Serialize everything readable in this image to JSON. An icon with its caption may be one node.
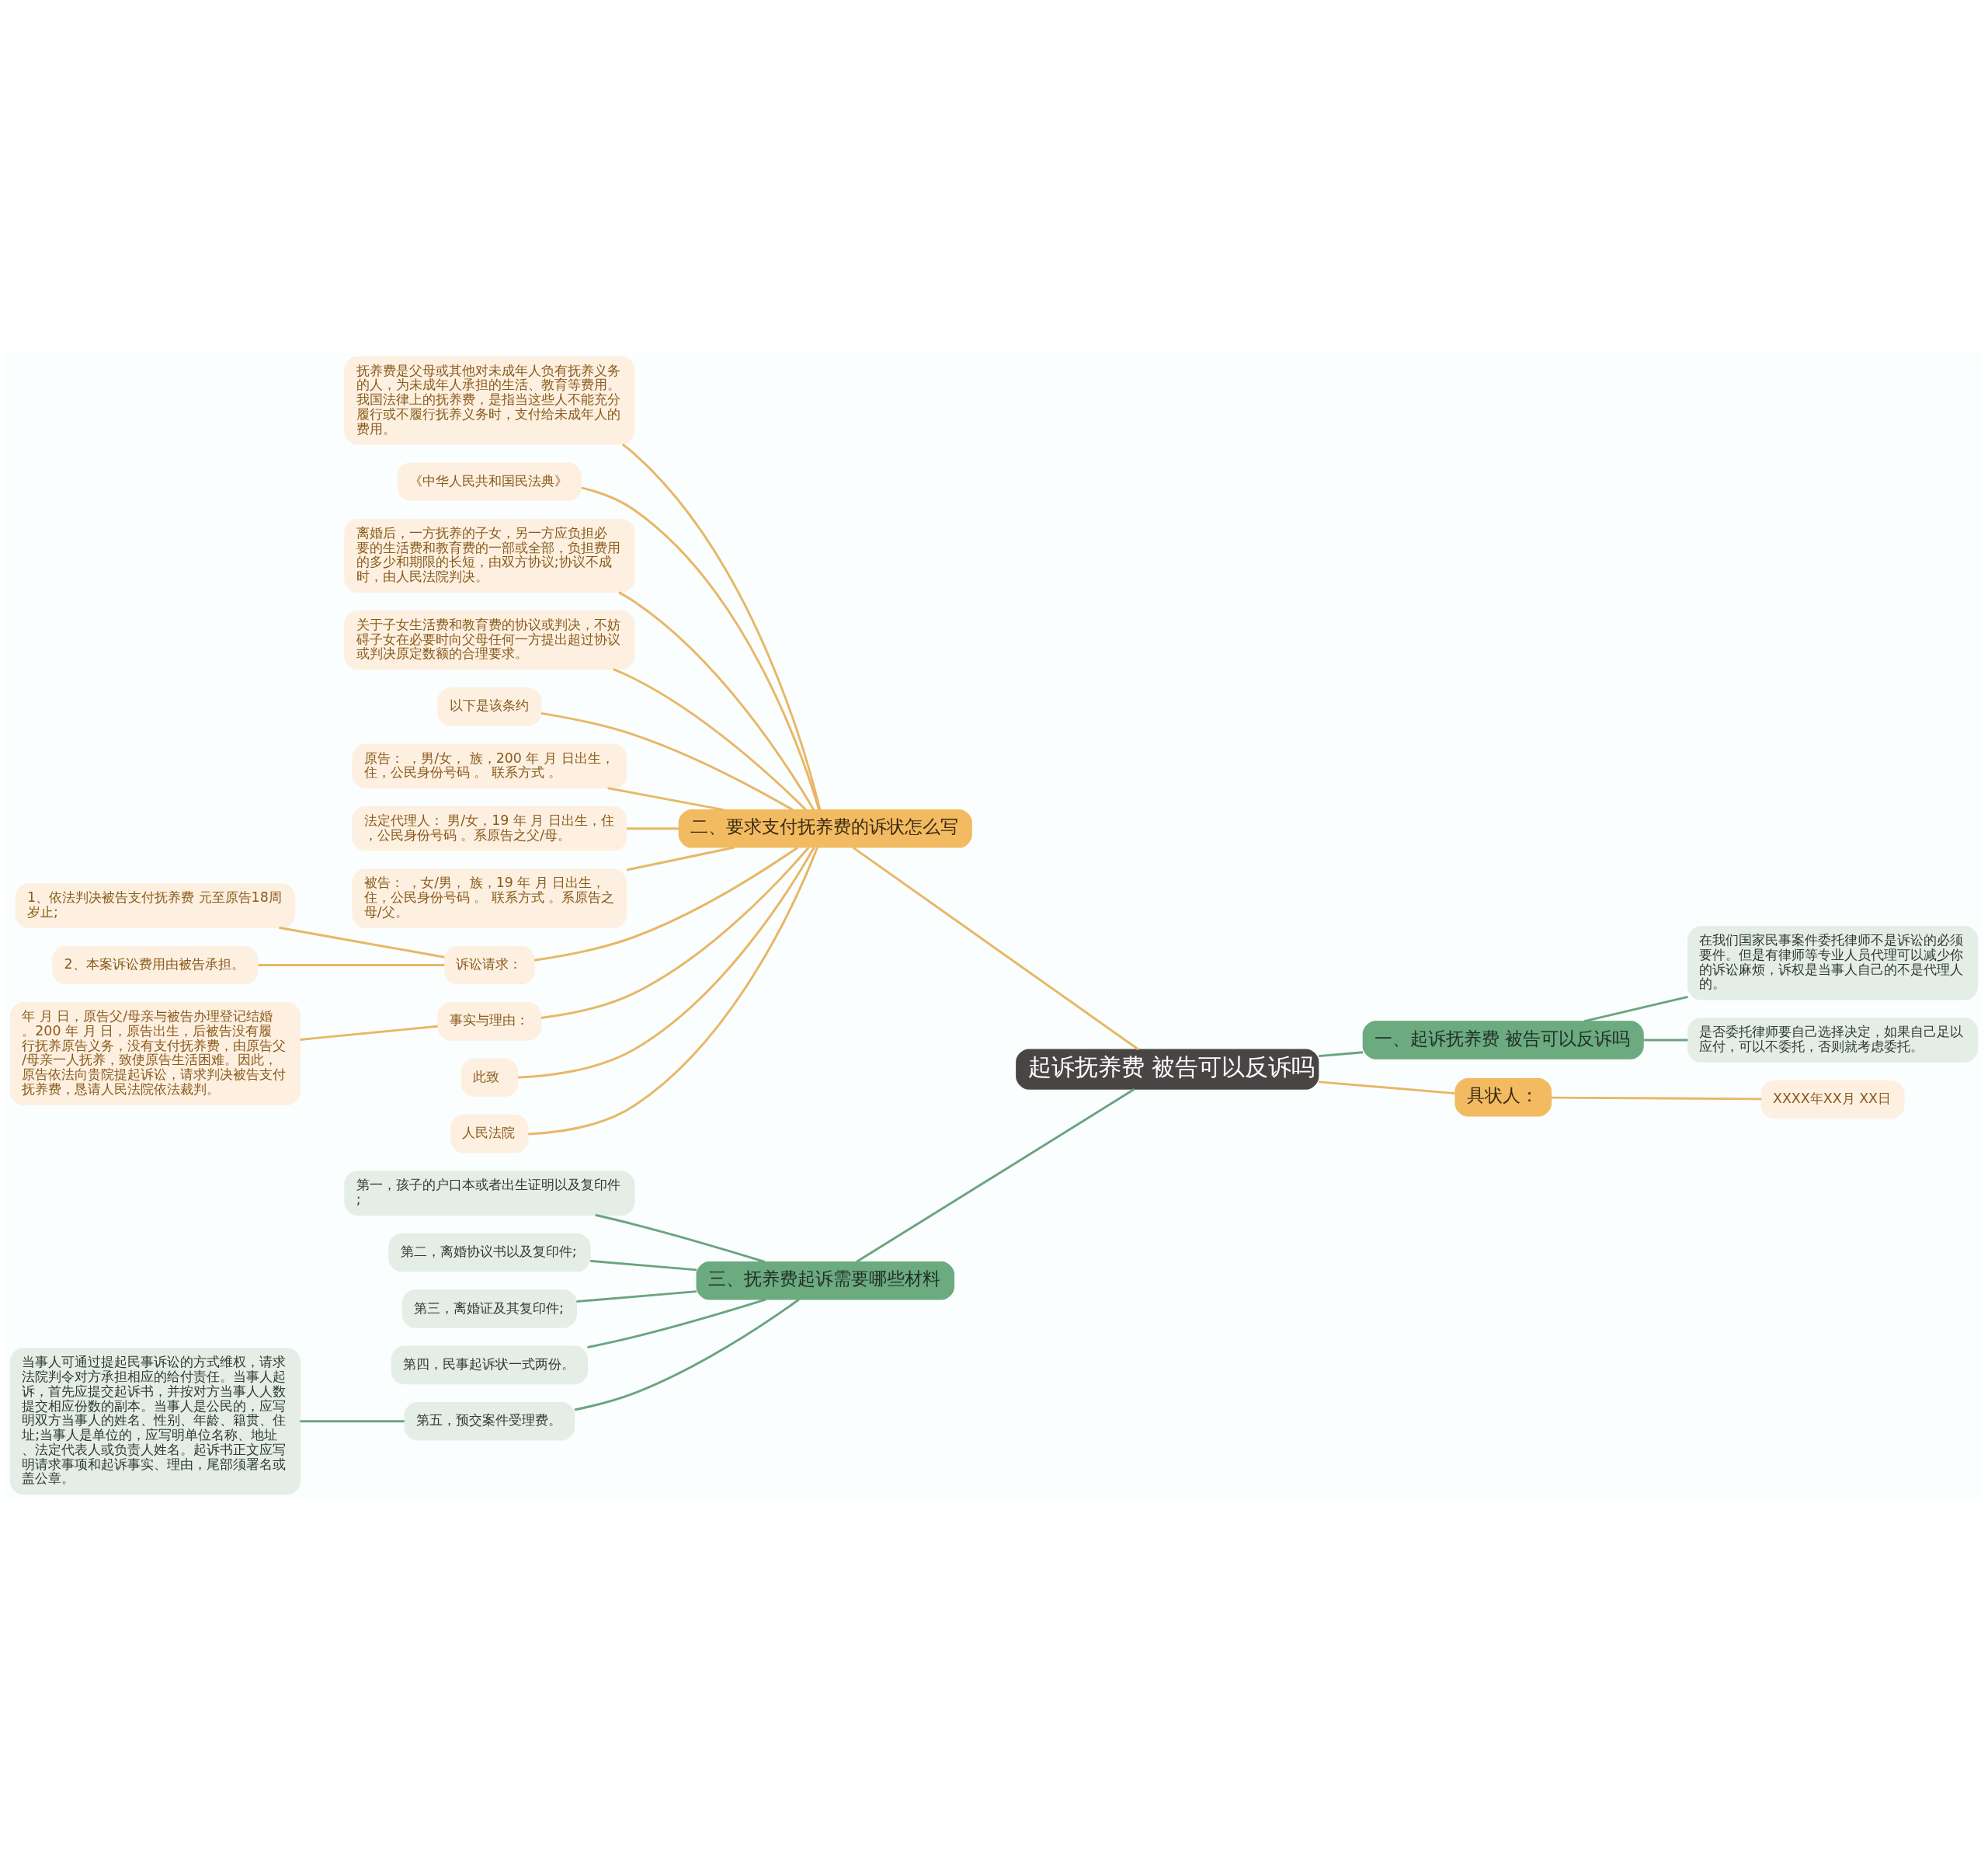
{
  "diagram": {
    "nodes": [
      {
        "text": [
          "起诉抚养费 被告可以反诉吗"
        ]
      },
      {
        "text": [
          "二、要求支付抚养费的诉状怎么写"
        ]
      },
      {
        "text": [
          "抚养费是父母或其他对未成年人负有抚养义务的人，为未成年人承担的生活、教育等费用。我国法律上的抚养费，是指当这些人不能充分履行或不履行抚养义务时，支付给未成年人的费用。"
        ]
      },
      {
        "text": [
          "《中华人民共和国民法典》"
        ]
      },
      {
        "text": [
          " 离婚后，一方抚养的子女，另一方应负担必要的生活费和教育费的一部或全部，负担费用的多少和期限的长短，由双方协议;协议不成时，由人民法院判决。"
        ]
      },
      {
        "text": [
          "关于子女生活费和教育费的协议或判决，不妨碍子女在必要时向父母任何一方提出超过协议或判决原定数额的合理要求。"
        ]
      },
      {
        "text": [
          "以下是该条约"
        ]
      },
      {
        "text": [
          "原告： ，男/女， 族，200 年 月 日出生，住，公民身份号码 。 联系方式 。"
        ]
      },
      {
        "text": [
          "法定代理人： 男/女，19 年 月 日出生，住，公民身份号码 。系原告之父/母。"
        ]
      },
      {
        "text": [
          "被告： ，女/男， 族，19 年 月 日出生，住，公民身份号码 。 联系方式 。系原告之母/父。"
        ]
      },
      {
        "text": [
          "诉讼请求："
        ]
      },
      {
        "text": [
          "1、依法判决被告支付抚养费 元至原告18周岁止;"
        ]
      },
      {
        "text": [
          "2、本案诉讼费用由被告承担。"
        ]
      },
      {
        "text": [
          "事实与理由："
        ]
      },
      {
        "text": [
          "年 月 日，原告父/母亲与被告办理登记结婚。200 年 月 日，原告出生，后被告没有履行抚养原告义务，没有支付抚养费，由原告父/母亲一人抚养，致使原告生活困难。因此，原告依法向贵院提起诉讼，请求判决被告支付抚养费，恳请人民法院依法裁判。"
        ]
      },
      {
        "text": [
          "此致"
        ]
      },
      {
        "text": [
          "人民法院"
        ]
      },
      {
        "text": [
          "三、抚养费起诉需要哪些材料"
        ]
      },
      {
        "text": [
          "第一，孩子的户口本或者出生证明以及复印件;"
        ]
      },
      {
        "text": [
          "第二，离婚协议书以及复印件;"
        ]
      },
      {
        "text": [
          "第三，离婚证及其复印件;"
        ]
      },
      {
        "text": [
          "第四，民事起诉状一式两份。"
        ]
      },
      {
        "text": [
          "第五，预交案件受理费。"
        ]
      },
      {
        "text": [
          "当事人可通过提起民事诉讼的方式维权，请求法院判令对方承担相应的给付责任。当事人起诉，首先应提交起诉书，并按对方当事人人数提交相应份数的副本。当事人是公民的，应写明双方当事人的姓名、性别、年龄、籍贯、住址;当事人是单位的，应写明单位名称、地址、法定代表人或负责人姓名。起诉书正文应写明请求事项和起诉事实、理由，尾部须署名或盖公章。"
        ]
      },
      {
        "text": [
          "一、起诉抚养费 被告可以反诉吗"
        ]
      },
      {
        "text": [
          "在我们国家民事案件委托律师不是诉讼的必须要件。但是有律师等专业人员代理可以减少你的诉讼麻烦，诉权是当事人自己的不是代理人的。"
        ]
      },
      {
        "text": [
          "是否委托律师要自己选择决定，如果自己足以应付，可以不委托，否则就考虑委托。"
        ]
      },
      {
        "text": [
          "具状人："
        ]
      },
      {
        "text": [
          "XXXX年XX月 XX日"
        ]
      }
    ],
    "edges": [
      {
        "from": 0,
        "to": 1,
        "arrow": "none"
      },
      {
        "from": 1,
        "to": 2,
        "arrow": "none"
      },
      {
        "from": 1,
        "to": 3,
        "arrow": "none"
      },
      {
        "from": 1,
        "to": 4,
        "arrow": "none"
      },
      {
        "from": 1,
        "to": 5,
        "arrow": "none"
      },
      {
        "from": 1,
        "to": 6,
        "arrow": "none"
      },
      {
        "from": 1,
        "to": 7,
        "arrow": "none"
      },
      {
        "from": 1,
        "to": 8,
        "arrow": "none"
      },
      {
        "from": 1,
        "to": 9,
        "arrow": "none"
      },
      {
        "from": 1,
        "to": 10,
        "arrow": "none"
      },
      {
        "from": 10,
        "to": 11,
        "arrow": "none"
      },
      {
        "from": 10,
        "to": 12,
        "arrow": "none"
      },
      {
        "from": 1,
        "to": 13,
        "arrow": "none"
      },
      {
        "from": 13,
        "to": 14,
        "arrow": "none"
      },
      {
        "from": 1,
        "to": 15,
        "arrow": "none"
      },
      {
        "from": 1,
        "to": 16,
        "arrow": "none"
      },
      {
        "from": 0,
        "to": 17,
        "arrow": "none",
        "color": "#6aa57f"
      },
      {
        "from": 17,
        "to": 18,
        "arrow": "none",
        "color": "#6aa57f"
      },
      {
        "from": 17,
        "to": 19,
        "arrow": "none",
        "color": "#6aa57f"
      },
      {
        "from": 17,
        "to": 20,
        "arrow": "none",
        "color": "#6aa57f"
      },
      {
        "from": 17,
        "to": 21,
        "arrow": "none",
        "color": "#6aa57f"
      },
      {
        "from": 17,
        "to": 22,
        "arrow": "none",
        "color": "#6aa57f"
      },
      {
        "from": 22,
        "to": 23,
        "arrow": "none",
        "color": "#6aa57f"
      },
      {
        "from": 0,
        "to": 24,
        "arrow": "none",
        "color": "#6aa57f"
      },
      {
        "from": 24,
        "to": 25,
        "arrow": "none",
        "color": "#6aa57f"
      },
      {
        "from": 24,
        "to": 26,
        "arrow": "none",
        "color": "#6aa57f"
      },
      {
        "from": 0,
        "to": 27,
        "arrow": "none"
      },
      {
        "from": 27,
        "to": 28,
        "arrow": "none"
      }
    ]
  }
}
